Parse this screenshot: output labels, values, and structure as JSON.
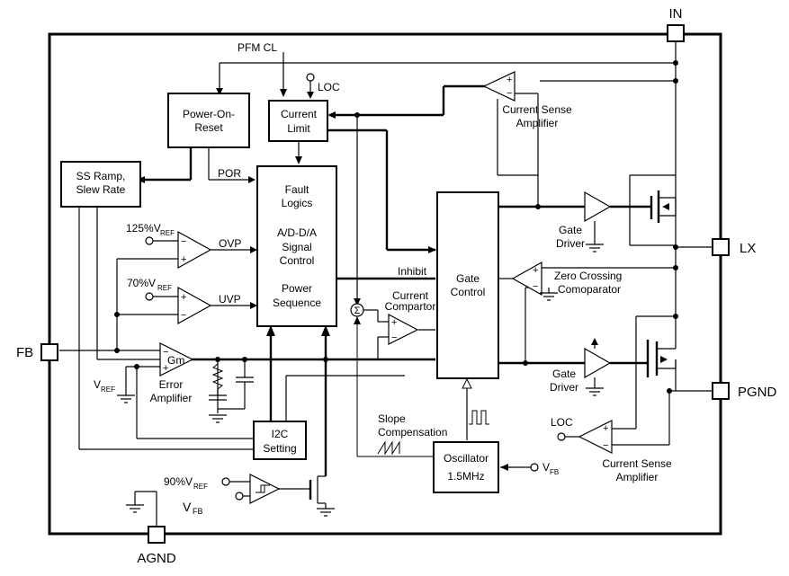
{
  "pins": {
    "in": "IN",
    "lx": "LX",
    "pgnd": "PGND",
    "fb": "FB",
    "agnd": "AGND"
  },
  "blocks": {
    "power_on_reset": [
      "Power-On-",
      "Reset"
    ],
    "current_limit": [
      "Current",
      "Limit"
    ],
    "ss_ramp": [
      "SS Ramp,",
      "Slew Rate"
    ],
    "fault_logics": [
      "Fault",
      "Logics"
    ],
    "adda": [
      "A/D-D/A",
      "Signal",
      "Control"
    ],
    "power_sequence": [
      "Power",
      "Sequence"
    ],
    "gate_control": [
      "Gate",
      "Control"
    ],
    "i2c": [
      "I2C",
      "Setting"
    ],
    "oscillator": [
      "Oscillator",
      "1.5MHz"
    ]
  },
  "labels": {
    "pfm_cl": "PFM CL",
    "loc_top": "LOC",
    "loc_bottom": "LOC",
    "por": "POR",
    "ovp": "OVP",
    "uvp": "UVP",
    "inhibit": "Inhibit",
    "ref125": "125%V",
    "ref70": "70%V",
    "ref90": "90%V",
    "ref_sub": "REF",
    "vref": "V",
    "vfb": "V",
    "fb_sub": "FB",
    "gm": "Gm",
    "error_amp": [
      "Error",
      "Amplifier"
    ],
    "cs_amp_top": [
      "Current Sense",
      "Amplifier"
    ],
    "cs_amp_bottom": [
      "Current Sense",
      "Amplifier"
    ],
    "gate_driver_top": [
      "Gate",
      "Driver"
    ],
    "gate_driver_bottom": [
      "Gate",
      "Driver"
    ],
    "zero_crossing": [
      "Zero Crossing",
      "Comoparator"
    ],
    "current_comparator": [
      "Current",
      "Compartor"
    ],
    "slope_comp": [
      "Slope",
      "Compensation"
    ],
    "sigma": "Σ"
  }
}
